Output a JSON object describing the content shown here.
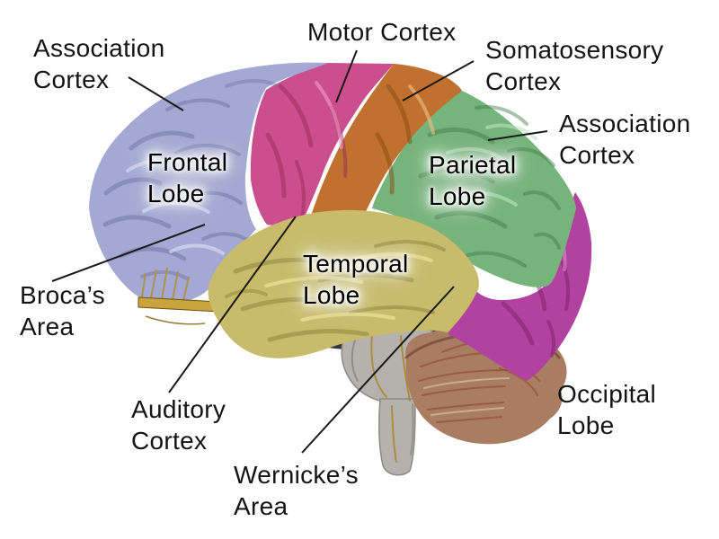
{
  "diagram": {
    "title": "Human brain, lateral view, with lobes and functional cortical areas",
    "colors": {
      "frontal_lobe": "#a3a9d2",
      "motor_cortex": "#cb4f8c",
      "somatosensory_cortex": "#c0712f",
      "parietal_lobe": "#76b47c",
      "temporal_lobe": "#c8bc6c",
      "occipital_lobe": "#b2429f",
      "cerebellum": "#a97d61",
      "brainstem": "#b5b2ae",
      "olfactory_tract": "#c9a43c",
      "shadow": "#14141e",
      "leader_line": "#1a1a1a",
      "label_text": "#141414"
    },
    "labels": {
      "association_cortex_left": {
        "line1": "Association",
        "line2": "Cortex"
      },
      "motor_cortex": {
        "line1": "Motor Cortex"
      },
      "somatosensory_cortex": {
        "line1": "Somatosensory",
        "line2": "Cortex"
      },
      "association_cortex_right": {
        "line1": "Association",
        "line2": "Cortex"
      },
      "frontal_lobe": {
        "line1": "Frontal",
        "line2": "Lobe"
      },
      "parietal_lobe": {
        "line1": "Parietal",
        "line2": "Lobe"
      },
      "temporal_lobe": {
        "line1": "Temporal",
        "line2": "Lobe"
      },
      "occipital_lobe": {
        "line1": "Occipital",
        "line2": "Lobe"
      },
      "brocas_area": {
        "line1": "Broca’s",
        "line2": "Area"
      },
      "auditory_cortex": {
        "line1": "Auditory",
        "line2": "Cortex"
      },
      "wernickes_area": {
        "line1": "Wernicke’s",
        "line2": "Area"
      }
    }
  }
}
